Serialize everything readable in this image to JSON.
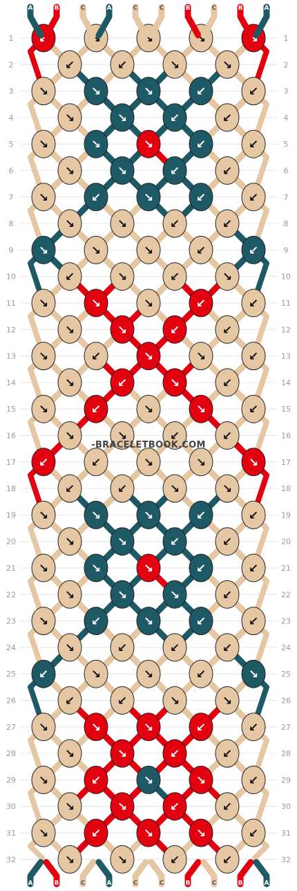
{
  "watermark": "-BRACELETBOOK.COM",
  "colors": {
    "A": "#1d5a66",
    "B": "#e3000f",
    "C": "#e5c7a3"
  },
  "strands_top": [
    "A",
    "B",
    "C",
    "A",
    "C",
    "C",
    "B",
    "C",
    "B",
    "A"
  ],
  "strands_bottom": [
    "A",
    "B",
    "C",
    "A",
    "C",
    "C",
    "B",
    "C",
    "B",
    "A"
  ],
  "rows": [
    {
      "label": "1",
      "knots": [
        {
          "c": "B",
          "d": "↙"
        },
        {
          "c": "C",
          "d": "↘"
        },
        {
          "c": "C",
          "d": "↘"
        },
        {
          "c": "C",
          "d": "↘"
        },
        {
          "c": "B",
          "d": "↘"
        }
      ]
    },
    {
      "label": "2",
      "knots": [
        {
          "c": "C",
          "d": "↙"
        },
        {
          "c": "C",
          "d": "↙"
        },
        {
          "c": "C",
          "d": "↘"
        },
        {
          "c": "C",
          "d": "↘"
        }
      ]
    },
    {
      "label": "3",
      "knots": [
        {
          "c": "C",
          "d": "↘"
        },
        {
          "c": "A",
          "d": "↘"
        },
        {
          "c": "A",
          "d": "↘"
        },
        {
          "c": "A",
          "d": "↙"
        },
        {
          "c": "C",
          "d": "↙"
        }
      ]
    },
    {
      "label": "4",
      "knots": [
        {
          "c": "C",
          "d": "↘"
        },
        {
          "c": "A",
          "d": "↘"
        },
        {
          "c": "A",
          "d": "↙"
        },
        {
          "c": "C",
          "d": "↙"
        }
      ]
    },
    {
      "label": "5",
      "knots": [
        {
          "c": "C",
          "d": "↘"
        },
        {
          "c": "A",
          "d": "↘"
        },
        {
          "c": "B",
          "d": "↘"
        },
        {
          "c": "A",
          "d": "↙"
        },
        {
          "c": "C",
          "d": "↙"
        }
      ]
    },
    {
      "label": "6",
      "knots": [
        {
          "c": "C",
          "d": "↘"
        },
        {
          "c": "A",
          "d": "↘"
        },
        {
          "c": "A",
          "d": "↙"
        },
        {
          "c": "C",
          "d": "↙"
        }
      ]
    },
    {
      "label": "7",
      "knots": [
        {
          "c": "C",
          "d": "↘"
        },
        {
          "c": "A",
          "d": "↙"
        },
        {
          "c": "A",
          "d": "↘"
        },
        {
          "c": "A",
          "d": "↙"
        },
        {
          "c": "C",
          "d": "↙"
        }
      ]
    },
    {
      "label": "8",
      "knots": [
        {
          "c": "C",
          "d": "↘"
        },
        {
          "c": "C",
          "d": "↘"
        },
        {
          "c": "C",
          "d": "↙"
        },
        {
          "c": "C",
          "d": "↙"
        }
      ]
    },
    {
      "label": "9",
      "knots": [
        {
          "c": "A",
          "d": "↘"
        },
        {
          "c": "C",
          "d": "↘"
        },
        {
          "c": "C",
          "d": "↘"
        },
        {
          "c": "C",
          "d": "↙"
        },
        {
          "c": "A",
          "d": "↙"
        }
      ]
    },
    {
      "label": "10",
      "knots": [
        {
          "c": "C",
          "d": "↙"
        },
        {
          "c": "C",
          "d": "↘"
        },
        {
          "c": "C",
          "d": "↙"
        },
        {
          "c": "C",
          "d": "↘"
        }
      ]
    },
    {
      "label": "11",
      "knots": [
        {
          "c": "C",
          "d": "↘"
        },
        {
          "c": "B",
          "d": "↘"
        },
        {
          "c": "C",
          "d": "↘"
        },
        {
          "c": "B",
          "d": "↙"
        },
        {
          "c": "C",
          "d": "↙"
        }
      ]
    },
    {
      "label": "12",
      "knots": [
        {
          "c": "C",
          "d": "↘"
        },
        {
          "c": "B",
          "d": "↘"
        },
        {
          "c": "B",
          "d": "↙"
        },
        {
          "c": "C",
          "d": "↙"
        }
      ]
    },
    {
      "label": "13",
      "knots": [
        {
          "c": "C",
          "d": "↘"
        },
        {
          "c": "C",
          "d": "↙"
        },
        {
          "c": "B",
          "d": "↘"
        },
        {
          "c": "C",
          "d": "↘"
        },
        {
          "c": "C",
          "d": "↙"
        }
      ]
    },
    {
      "label": "14",
      "knots": [
        {
          "c": "C",
          "d": "↘"
        },
        {
          "c": "B",
          "d": "↙"
        },
        {
          "c": "B",
          "d": "↘"
        },
        {
          "c": "C",
          "d": "↙"
        }
      ]
    },
    {
      "label": "15",
      "knots": [
        {
          "c": "C",
          "d": "↘"
        },
        {
          "c": "B",
          "d": "↙"
        },
        {
          "c": "C",
          "d": "↘"
        },
        {
          "c": "B",
          "d": "↘"
        },
        {
          "c": "C",
          "d": "↙"
        }
      ]
    },
    {
      "label": "16",
      "knots": [
        {
          "c": "C",
          "d": "↘"
        },
        {
          "c": "C",
          "d": "↘"
        },
        {
          "c": "C",
          "d": "↙"
        },
        {
          "c": "C",
          "d": "↙"
        }
      ]
    },
    {
      "label": "17",
      "knots": [
        {
          "c": "B",
          "d": "↙"
        },
        {
          "c": "C",
          "d": "↙"
        },
        {
          "c": "C",
          "d": "↘"
        },
        {
          "c": "C",
          "d": "↘"
        },
        {
          "c": "B",
          "d": "↘"
        }
      ]
    },
    {
      "label": "18",
      "knots": [
        {
          "c": "C",
          "d": "↙"
        },
        {
          "c": "C",
          "d": "↙"
        },
        {
          "c": "C",
          "d": "↘"
        },
        {
          "c": "C",
          "d": "↘"
        }
      ]
    },
    {
      "label": "19",
      "knots": [
        {
          "c": "C",
          "d": "↘"
        },
        {
          "c": "A",
          "d": "↘"
        },
        {
          "c": "A",
          "d": "↘"
        },
        {
          "c": "A",
          "d": "↙"
        },
        {
          "c": "C",
          "d": "↙"
        }
      ]
    },
    {
      "label": "20",
      "knots": [
        {
          "c": "C",
          "d": "↘"
        },
        {
          "c": "A",
          "d": "↘"
        },
        {
          "c": "A",
          "d": "↙"
        },
        {
          "c": "C",
          "d": "↙"
        }
      ]
    },
    {
      "label": "21",
      "knots": [
        {
          "c": "C",
          "d": "↘"
        },
        {
          "c": "A",
          "d": "↘"
        },
        {
          "c": "B",
          "d": "↘"
        },
        {
          "c": "A",
          "d": "↙"
        },
        {
          "c": "C",
          "d": "↙"
        }
      ]
    },
    {
      "label": "22",
      "knots": [
        {
          "c": "C",
          "d": "↘"
        },
        {
          "c": "A",
          "d": "↘"
        },
        {
          "c": "A",
          "d": "↘"
        },
        {
          "c": "C",
          "d": "↙"
        }
      ]
    },
    {
      "label": "23",
      "knots": [
        {
          "c": "C",
          "d": "↘"
        },
        {
          "c": "A",
          "d": "↙"
        },
        {
          "c": "A",
          "d": "↘"
        },
        {
          "c": "A",
          "d": "↙"
        },
        {
          "c": "C",
          "d": "↙"
        }
      ]
    },
    {
      "label": "24",
      "knots": [
        {
          "c": "C",
          "d": "↘"
        },
        {
          "c": "C",
          "d": "↙"
        },
        {
          "c": "C",
          "d": "↙"
        },
        {
          "c": "C",
          "d": "↙"
        }
      ]
    },
    {
      "label": "25",
      "knots": [
        {
          "c": "A",
          "d": "↙"
        },
        {
          "c": "C",
          "d": "↘"
        },
        {
          "c": "C",
          "d": "↘"
        },
        {
          "c": "C",
          "d": "↙"
        },
        {
          "c": "A",
          "d": "↘"
        }
      ]
    },
    {
      "label": "26",
      "knots": [
        {
          "c": "C",
          "d": "↙"
        },
        {
          "c": "C",
          "d": "↙"
        },
        {
          "c": "C",
          "d": "↘"
        },
        {
          "c": "C",
          "d": "↘"
        }
      ]
    },
    {
      "label": "27",
      "knots": [
        {
          "c": "C",
          "d": "↘"
        },
        {
          "c": "B",
          "d": "↘"
        },
        {
          "c": "B",
          "d": "↘"
        },
        {
          "c": "B",
          "d": "↙"
        },
        {
          "c": "C",
          "d": "↙"
        }
      ]
    },
    {
      "label": "28",
      "knots": [
        {
          "c": "C",
          "d": "↘"
        },
        {
          "c": "B",
          "d": "↘"
        },
        {
          "c": "B",
          "d": "↙"
        },
        {
          "c": "C",
          "d": "↙"
        }
      ]
    },
    {
      "label": "29",
      "knots": [
        {
          "c": "C",
          "d": "↘"
        },
        {
          "c": "B",
          "d": "↙"
        },
        {
          "c": "A",
          "d": "↘"
        },
        {
          "c": "B",
          "d": "↘"
        },
        {
          "c": "C",
          "d": "↙"
        }
      ]
    },
    {
      "label": "30",
      "knots": [
        {
          "c": "C",
          "d": "↘"
        },
        {
          "c": "B",
          "d": "↘"
        },
        {
          "c": "B",
          "d": "↙"
        },
        {
          "c": "C",
          "d": "↙"
        }
      ]
    },
    {
      "label": "31",
      "knots": [
        {
          "c": "C",
          "d": "↘"
        },
        {
          "c": "B",
          "d": "↙"
        },
        {
          "c": "B",
          "d": "↘"
        },
        {
          "c": "B",
          "d": "↘"
        },
        {
          "c": "C",
          "d": "↙"
        }
      ]
    },
    {
      "label": "32",
      "knots": [
        {
          "c": "C",
          "d": "↘"
        },
        {
          "c": "C",
          "d": "↘"
        },
        {
          "c": "C",
          "d": "↙"
        },
        {
          "c": "C",
          "d": "↙"
        }
      ]
    }
  ]
}
